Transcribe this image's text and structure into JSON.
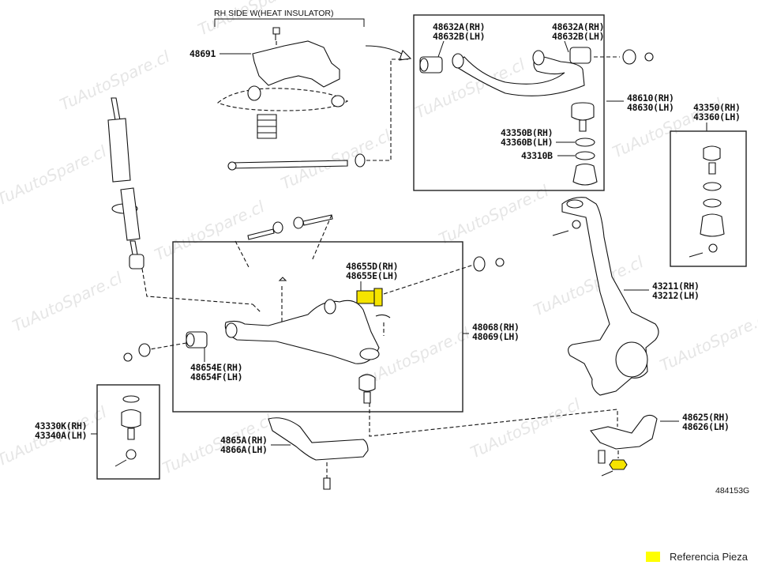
{
  "diagram": {
    "header_note": "RH SIDE W(HEAT INSULATOR)",
    "diagram_code": "484153G",
    "watermark": "TuAutoSpare.cl",
    "highlight_color": "#ffff00",
    "parts": {
      "heat_insulator": "48691",
      "upper_bushing_left": [
        "48632A(RH)",
        "48632B(LH)"
      ],
      "upper_bushing_right": [
        "48632A(RH)",
        "48632B(LH)"
      ],
      "upper_arm": [
        "48610(RH)",
        "48630(LH)"
      ],
      "upper_ball_joint_ring": [
        "43350B(RH)",
        "43360B(LH)"
      ],
      "upper_ball_joint_seal": "43310B",
      "upper_ball_joint_kit": [
        "43350(RH)",
        "43360(LH)"
      ],
      "lower_rear_bushing": [
        "48655D(RH)",
        "48655E(LH)"
      ],
      "lower_front_bushing": [
        "48654E(RH)",
        "48654F(LH)"
      ],
      "lower_arm": [
        "48068(RH)",
        "48069(LH)"
      ],
      "lower_ball_joint": [
        "43330K(RH)",
        "43340A(LH)"
      ],
      "lower_arm_cover": [
        "4865A(RH)",
        "4866A(LH)"
      ],
      "steering_knuckle": [
        "43211(RH)",
        "43212(LH)"
      ],
      "knuckle_arm": [
        "48625(RH)",
        "48626(LH)"
      ]
    }
  },
  "legend": {
    "label": "Referencia Pieza",
    "color": "#ffff00"
  }
}
